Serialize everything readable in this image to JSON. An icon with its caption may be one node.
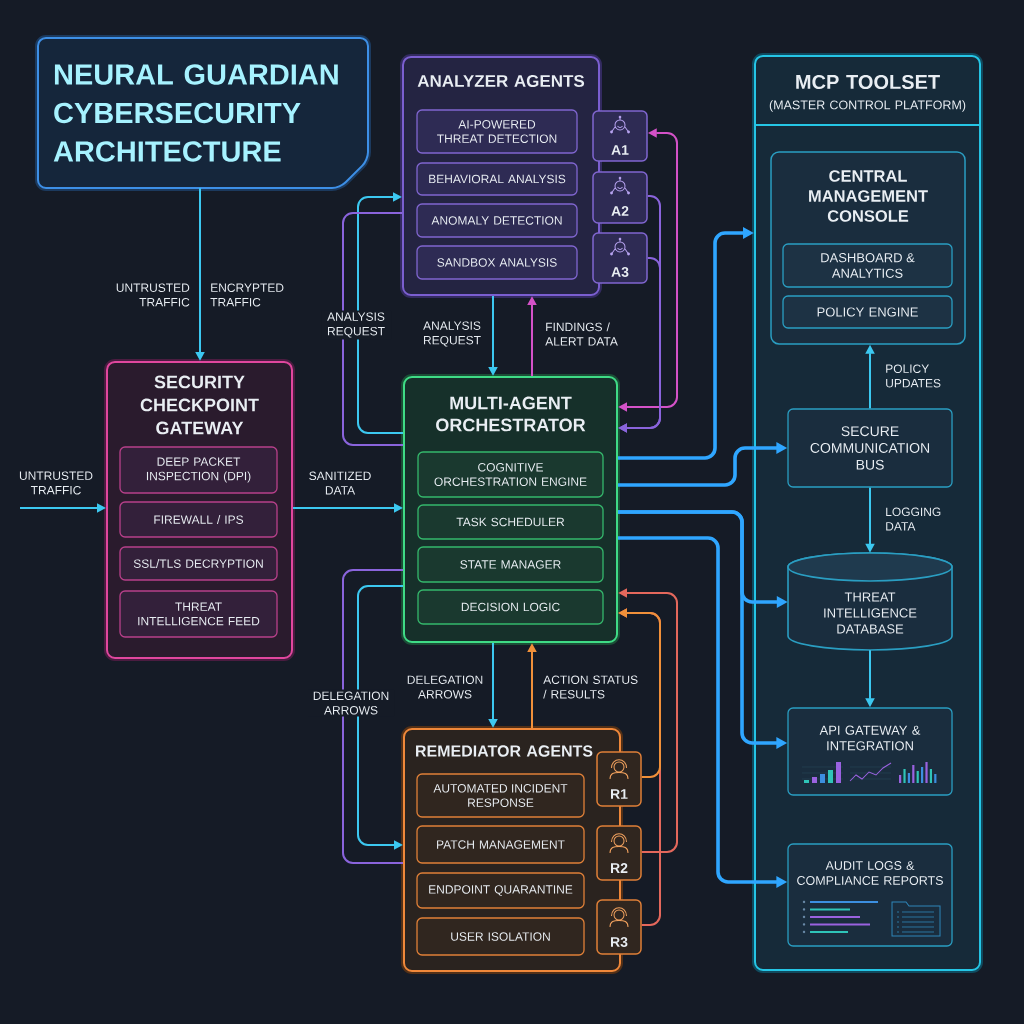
{
  "diagram": {
    "nodes": [
      {
        "text": [
          "NEURAL GUARDIAN CYBERSECURITY ARCHITECTURE"
        ]
      },
      {
        "text": [
          "SECURITY CHECKPOINT GATEWAY"
        ]
      },
      {
        "text": [
          "DEEP PACKET INSPECTION (DPI)"
        ],
        "in": 1
      },
      {
        "text": [
          "FIREWALL / IPS"
        ],
        "in": 1
      },
      {
        "text": [
          "SSL/TLS DECRYPTION"
        ],
        "in": 1
      },
      {
        "text": [
          "THREAT INTELLIGENCE FEED"
        ],
        "in": 1
      },
      {
        "text": [
          "ANALYZER AGENTS"
        ]
      },
      {
        "text": [
          "AI-POWERED THREAT DETECTION"
        ],
        "in": 6
      },
      {
        "text": [
          "BEHAVIORAL ANALYSIS"
        ],
        "in": 6
      },
      {
        "text": [
          "ANOMALY DETECTION"
        ],
        "in": 6
      },
      {
        "text": [
          "SANDBOX ANALYSIS"
        ],
        "in": 6
      },
      {
        "text": [
          "A1"
        ]
      },
      {
        "text": [
          "A2"
        ]
      },
      {
        "text": [
          "A3"
        ]
      },
      {
        "text": [
          "MULTI-AGENT ORCHESTRATOR"
        ]
      },
      {
        "text": [
          "COGNITIVE ORCHESTRATION ENGINE"
        ],
        "in": 14
      },
      {
        "text": [
          "TASK SCHEDULER"
        ],
        "in": 14
      },
      {
        "text": [
          "STATE MANAGER"
        ],
        "in": 14
      },
      {
        "text": [
          "DECISION LOGIC"
        ],
        "in": 14
      },
      {
        "text": [
          "REMEDIATOR AGENTS"
        ]
      },
      {
        "text": [
          "AUTOMATED INCIDENT RESPONSE"
        ],
        "in": 19
      },
      {
        "text": [
          "PATCH MANAGEMENT"
        ],
        "in": 19
      },
      {
        "text": [
          "ENDPOINT QUARANTINE"
        ],
        "in": 19
      },
      {
        "text": [
          "USER ISOLATION"
        ],
        "in": 19
      },
      {
        "text": [
          "R1"
        ]
      },
      {
        "text": [
          "R2"
        ]
      },
      {
        "text": [
          "R3"
        ]
      },
      {
        "text": [
          "MCP TOOLSET",
          "(MASTER CONTROL PLATFORM)"
        ]
      },
      {
        "text": [
          "CENTRAL MANAGEMENT CONSOLE"
        ],
        "in": 27
      },
      {
        "text": [
          "DASHBOARD & ANALYTICS"
        ],
        "in": 28
      },
      {
        "text": [
          "POLICY ENGINE"
        ],
        "in": 28
      },
      {
        "text": [
          "SECURE COMMUNICATION BUS"
        ],
        "in": 27
      },
      {
        "text": [
          "THREAT INTELLIGENCE DATABASE"
        ],
        "in": 27
      },
      {
        "text": [
          "API GATEWAY & INTEGRATION"
        ],
        "in": 27
      },
      {
        "text": [
          "AUDIT LOGS & COMPLIANCE REPORTS"
        ],
        "in": 27
      }
    ],
    "edges": [
      {
        "from": 0,
        "to": 1,
        "arrow": "to",
        "label": "UNTRUSTED TRAFFIC"
      },
      {
        "from": null,
        "to": 1,
        "arrow": "to",
        "label": "UNTRUSTED TRAFFIC"
      },
      {
        "from": 1,
        "to": 14,
        "arrow": "to",
        "label": "SANITIZED DATA"
      },
      {
        "from": 14,
        "to": 6,
        "arrow": "to",
        "label": "ANALYSIS REQUEST"
      },
      {
        "from": 6,
        "to": 14,
        "arrow": "none",
        "color": "#8a64dc"
      },
      {
        "from": 6,
        "to": 14,
        "arrow": "to",
        "label": "ANALYSIS REQUEST"
      },
      {
        "from": 14,
        "to": 6,
        "arrow": "to",
        "label": "FINDINGS / ALERT DATA",
        "color": "#d452c8"
      },
      {
        "from": 11,
        "to": 14,
        "arrow": "both",
        "color": "#d452c8"
      },
      {
        "from": 12,
        "to": 14,
        "arrow": "to",
        "color": "#8a64dc"
      },
      {
        "from": 13,
        "to": 14,
        "arrow": "to",
        "color": "#8a64dc"
      },
      {
        "from": 14,
        "to": 19,
        "arrow": "to",
        "label": "DELEGATION ARROWS"
      },
      {
        "from": 19,
        "to": 14,
        "arrow": "to",
        "label": "ACTION STATUS / RESULTS",
        "color": "#f0903a"
      },
      {
        "from": 14,
        "to": 19,
        "arrow": "to",
        "label": "DELEGATION ARROWS"
      },
      {
        "from": 19,
        "to": 14,
        "arrow": "none",
        "color": "#8a64dc"
      },
      {
        "from": 26,
        "to": 14,
        "arrow": "to",
        "color": "#e4685c"
      },
      {
        "from": 25,
        "to": 14,
        "arrow": "to",
        "color": "#e4685c"
      },
      {
        "from": 24,
        "to": 14,
        "arrow": "to",
        "color": "#f0903a"
      },
      {
        "from": 14,
        "to": 27,
        "arrow": "to",
        "style": "thick",
        "color": "#2fa6ff"
      },
      {
        "from": 14,
        "to": 31,
        "arrow": "to",
        "style": "thick",
        "color": "#2fa6ff"
      },
      {
        "from": 14,
        "to": 32,
        "arrow": "to",
        "style": "thick",
        "color": "#2fa6ff"
      },
      {
        "from": 14,
        "to": 33,
        "arrow": "to",
        "style": "thick",
        "color": "#2fa6ff"
      },
      {
        "from": 14,
        "to": 34,
        "arrow": "to",
        "style": "thick",
        "color": "#2fa6ff"
      },
      {
        "from": 31,
        "to": 28,
        "arrow": "to",
        "label": "POLICY UPDATES"
      },
      {
        "from": 31,
        "to": 32,
        "arrow": "to",
        "label": "LOGGING DATA"
      },
      {
        "from": 32,
        "to": 33,
        "arrow": "to"
      }
    ],
    "labels": [
      "ENCRYPTED TRAFFIC"
    ]
  }
}
